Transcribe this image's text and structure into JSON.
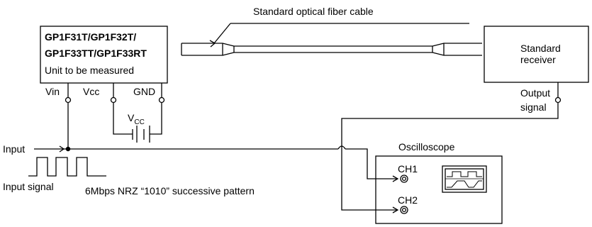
{
  "cable_label": "Standard optical fiber cable",
  "unit": {
    "title_line1": "GP1F31T/GP1F32T/",
    "title_line2": "GP1F33TT/GP1F33RT",
    "subtitle": "Unit to be measured",
    "pins": {
      "vin": "Vin",
      "vcc": "Vcc",
      "gnd": "GND"
    }
  },
  "supply": {
    "label_main": "V",
    "label_sub": "CC"
  },
  "receiver": {
    "line1": "Standard",
    "line2": "receiver",
    "output_line1": "Output",
    "output_line2": "signal"
  },
  "input": {
    "label": "Input",
    "signal_label": "Input signal",
    "pattern_label": "6Mbps NRZ “1010” successive pattern"
  },
  "oscilloscope": {
    "title": "Oscilloscope",
    "ch1": "CH1",
    "ch2": "CH2"
  },
  "colors": {
    "stroke": "#000000",
    "background": "#ffffff"
  }
}
